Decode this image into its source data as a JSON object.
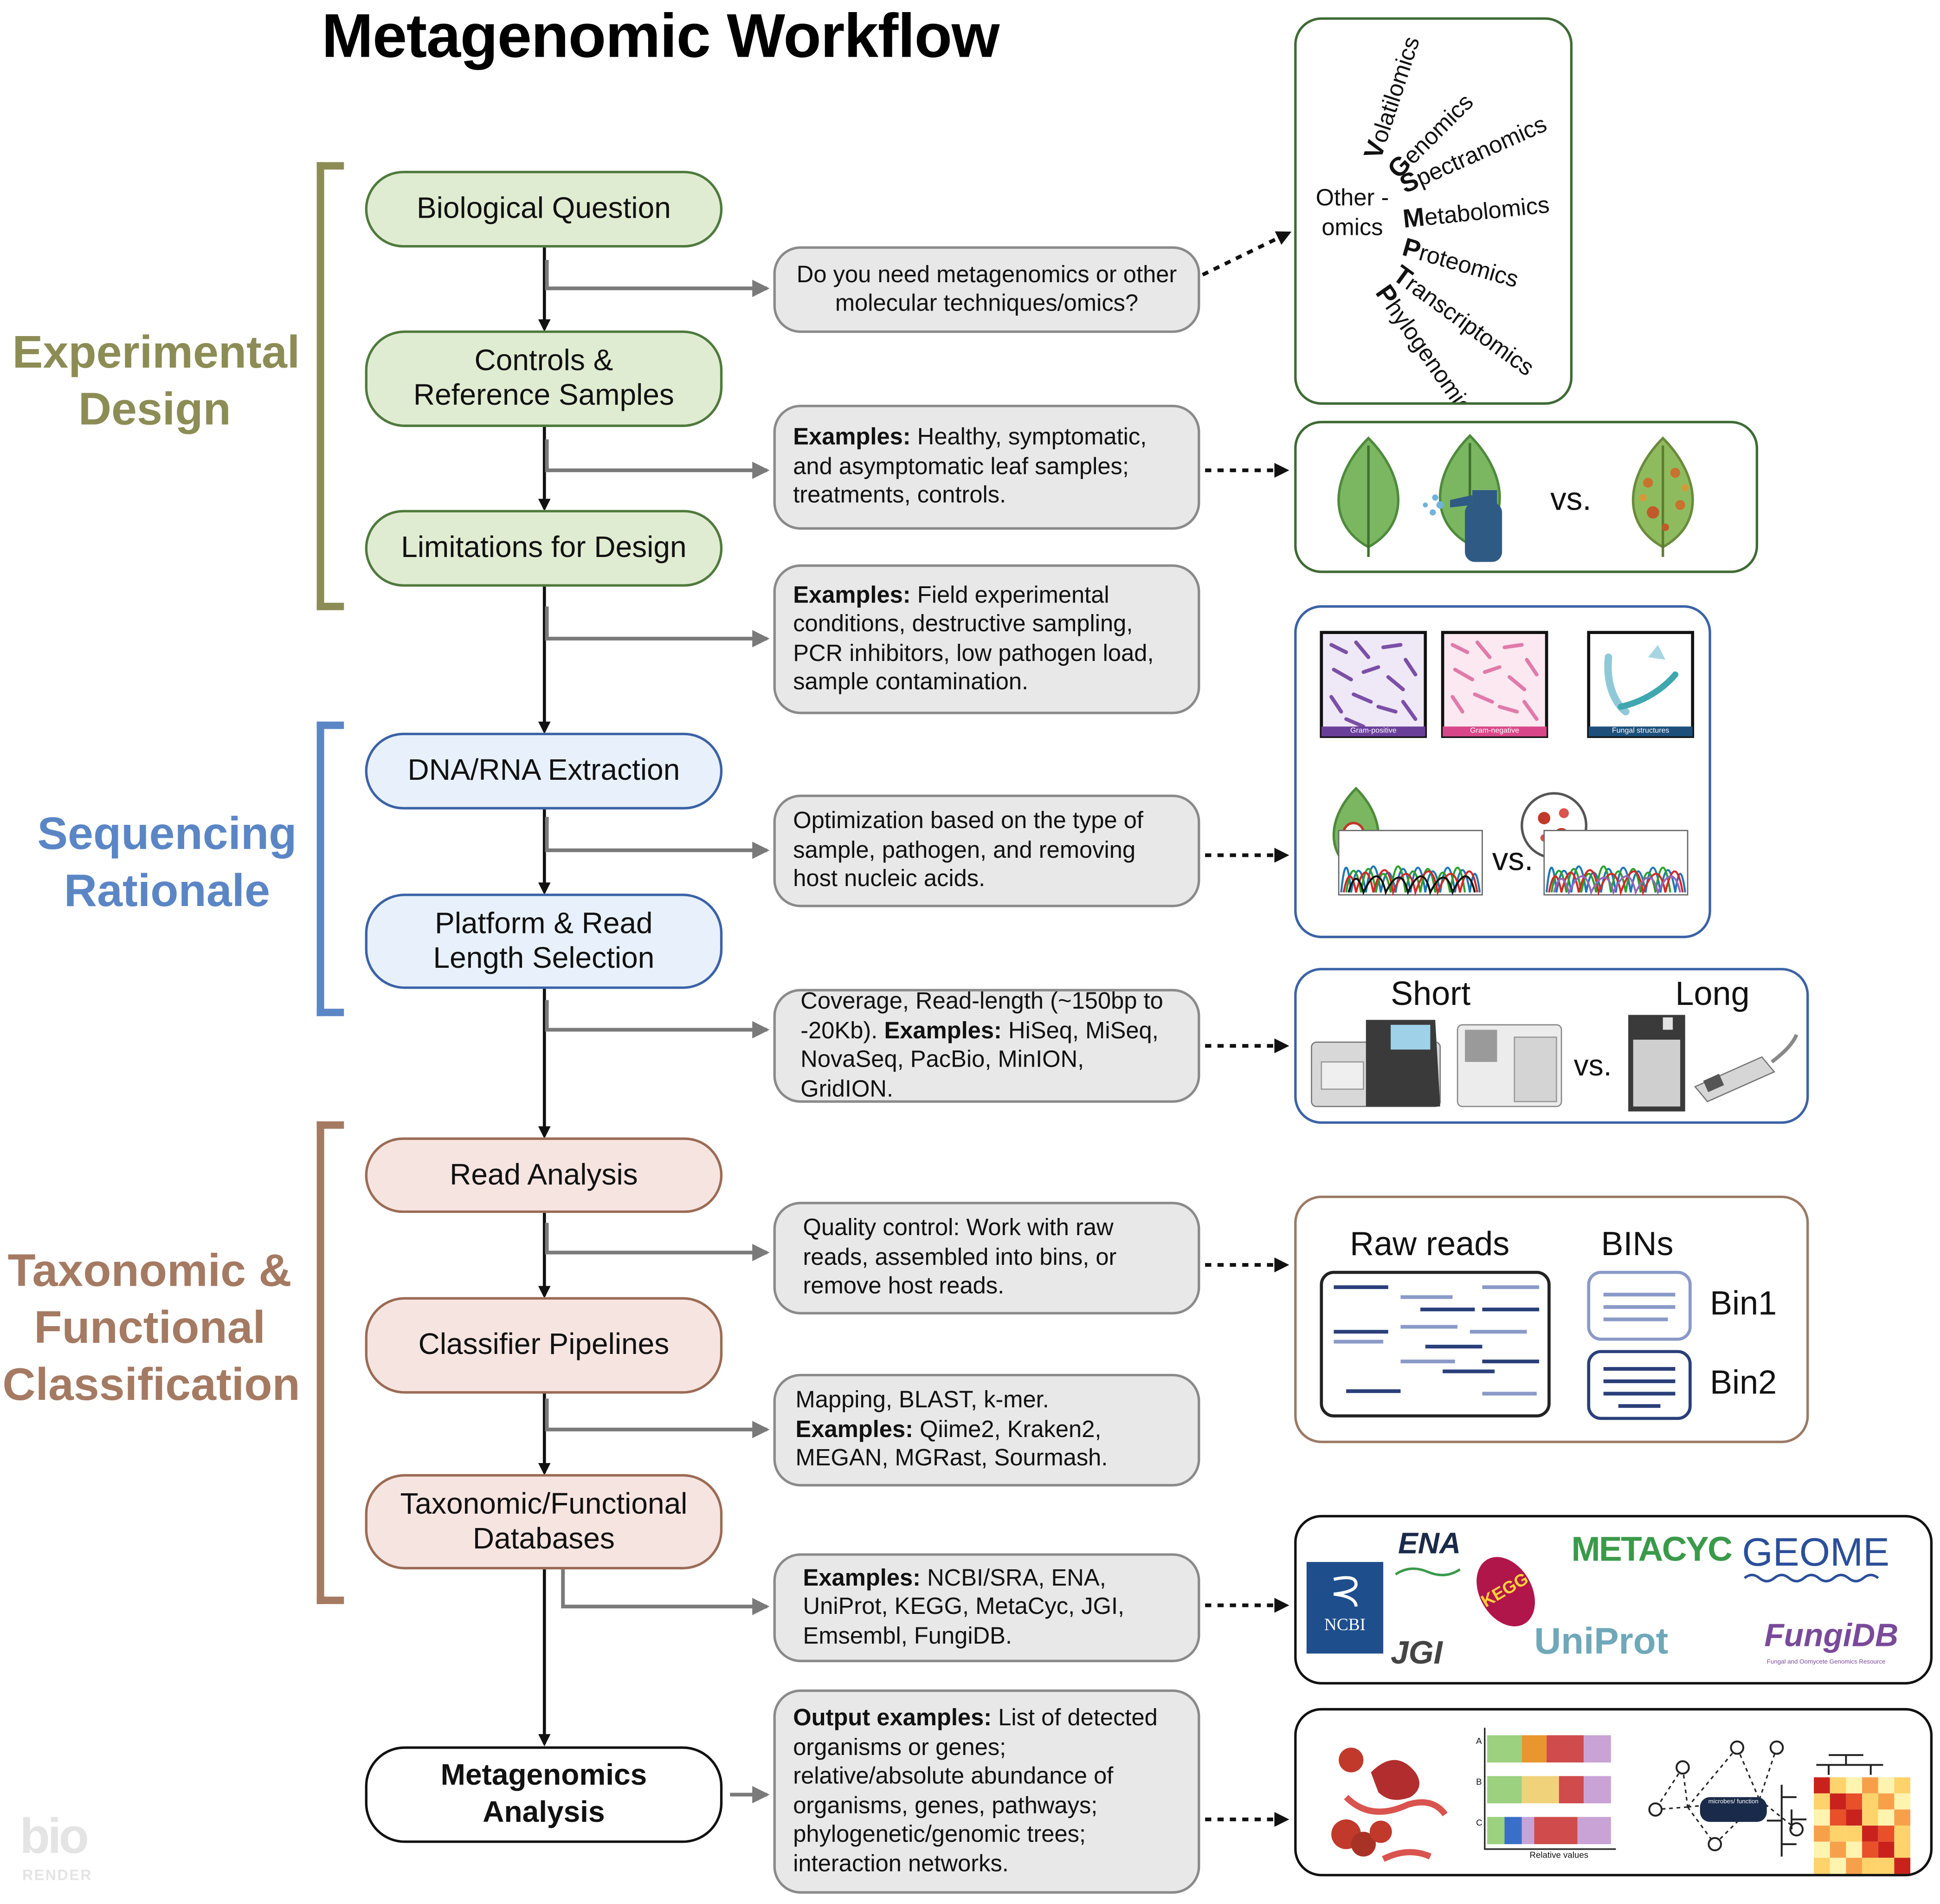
{
  "title": "Metagenomic Workflow",
  "sections": [
    {
      "label": "Experimental Design",
      "color": "#8c8c55"
    },
    {
      "label": "Sequencing Rationale",
      "color": "#5b86c5"
    },
    {
      "label": "Taxonomic & Functional Classification",
      "color": "#a57a62"
    }
  ],
  "steps": [
    "Biological Question",
    "Controls & Reference Samples",
    "Limitations for Design",
    "DNA/RNA Extraction",
    "Platform & Read Length Selection",
    "Read Analysis",
    "Classifier Pipelines",
    "Taxonomic/Functional Databases",
    "Metagenomics Analysis"
  ],
  "notes": {
    "n1": "Do you need metagenomics or other molecular techniques/omics?",
    "n2": {
      "bold": "Examples:",
      "text": " Healthy, symptomatic, and asymptomatic leaf samples; treatments, controls."
    },
    "n3": {
      "bold": "Examples:",
      "text": " Field experimental conditions, destructive sampling, PCR inhibitors, low pathogen load, sample contamination."
    },
    "n4": "Optimization based on the type of sample, pathogen, and removing host nucleic acids.",
    "n5": {
      "pre": "Coverage, Read-length (~150bp to -20Kb). ",
      "bold": "Examples:",
      "text": " HiSeq, MiSeq, NovaSeq, PacBio, MinION, GridION."
    },
    "n6": "Quality control: Work with raw reads, assembled into bins, or remove host reads.",
    "n7": {
      "pre": "Mapping, BLAST, k-mer.",
      "bold": "Examples:",
      "text": " Qiime2, Kraken2, MEGAN, MGRast, Sourmash."
    },
    "n8": {
      "bold": "Examples:",
      "text": " NCBI/SRA, ENA, UniProt, KEGG, MetaCyc, JGI, Emsembl, FungiDB."
    },
    "n9": {
      "bold": "Output examples:",
      "text": " List of detected organisms or genes; relative/absolute abundance of organisms, genes, pathways; phylogenetic/genomic trees; interaction networks."
    }
  },
  "omics": {
    "other": "Other -omics",
    "list": [
      {
        "initial": "V",
        "rest": "olatilomics"
      },
      {
        "initial": "G",
        "rest": "enomics"
      },
      {
        "initial": "S",
        "rest": "pectranomics"
      },
      {
        "initial": "M",
        "rest": "etabolomics"
      },
      {
        "initial": "P",
        "rest": "roteomics"
      },
      {
        "initial": "T",
        "rest": "ranscriptomics"
      },
      {
        "initial": "P",
        "rest": "hylogenomics"
      }
    ]
  },
  "panels": {
    "leaf_vs": "vs.",
    "micro_labels": [
      "Gram-positive",
      "Gram-negative",
      "Fungal structures"
    ],
    "chrom_vs": "vs.",
    "seq_short": "Short",
    "seq_long": "Long",
    "seq_vs": "vs.",
    "raw_reads": "Raw reads",
    "bins": "BINs",
    "bin1": "Bin1",
    "bin2": "Bin2",
    "logos": [
      "ENA",
      "METACYC",
      "GEOME",
      "NCBI",
      "KEGG",
      "JGI",
      "UniProt",
      "FungiDB",
      "Fungal and Oomycete Genomics Resource"
    ],
    "bar_rows": [
      "A",
      "B",
      "C"
    ],
    "bar_axis": "Relative values",
    "network_node": "microbes/ function",
    "stacked_bars": [
      [
        0.28,
        0.2,
        0.3,
        0.22
      ],
      [
        0.28,
        0.3,
        0.2,
        0.22
      ],
      [
        0.14,
        0.14,
        0.1,
        0.35,
        0.27
      ]
    ]
  },
  "watermark": {
    "top": "bio",
    "bottom": "RENDER"
  }
}
